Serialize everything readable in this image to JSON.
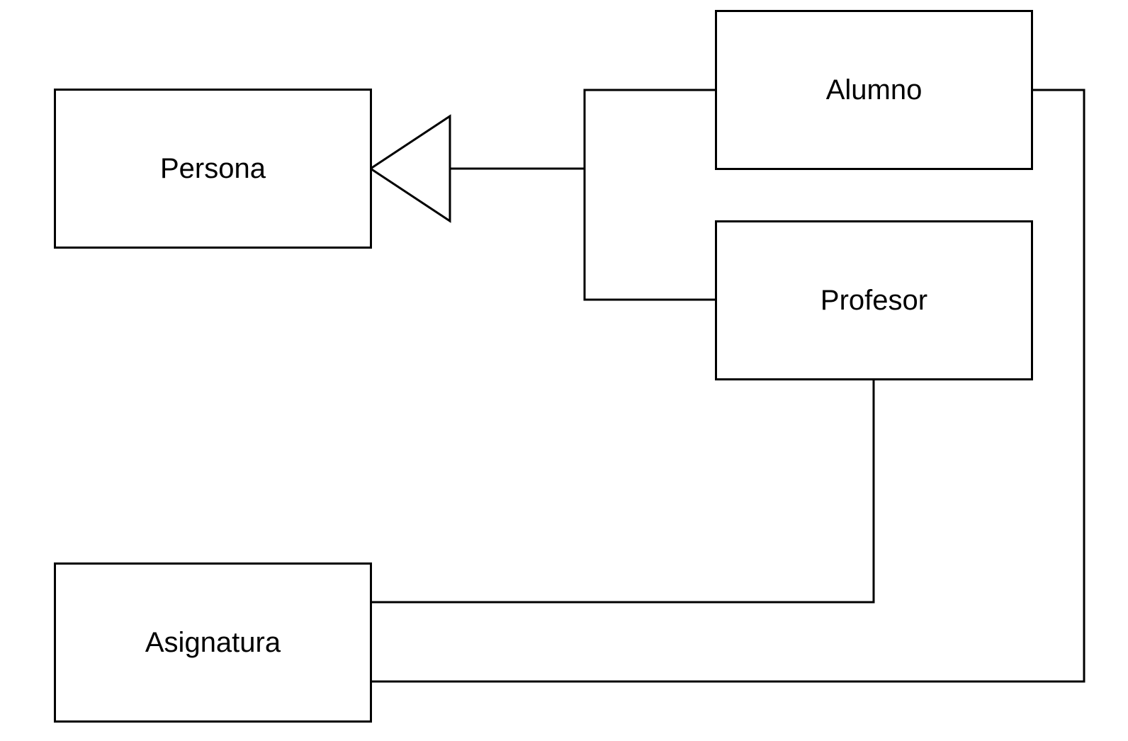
{
  "diagram": {
    "classes": {
      "persona": "Persona",
      "alumno": "Alumno",
      "profesor": "Profesor",
      "asignatura": "Asignatura"
    },
    "relationships": [
      {
        "type": "generalization",
        "from": "Alumno",
        "to": "Persona"
      },
      {
        "type": "generalization",
        "from": "Profesor",
        "to": "Persona"
      },
      {
        "type": "association",
        "from": "Profesor",
        "to": "Asignatura"
      },
      {
        "type": "association",
        "from": "Alumno",
        "to": "Asignatura"
      }
    ],
    "colors": {
      "stroke": "#000000",
      "background": "#ffffff"
    }
  }
}
